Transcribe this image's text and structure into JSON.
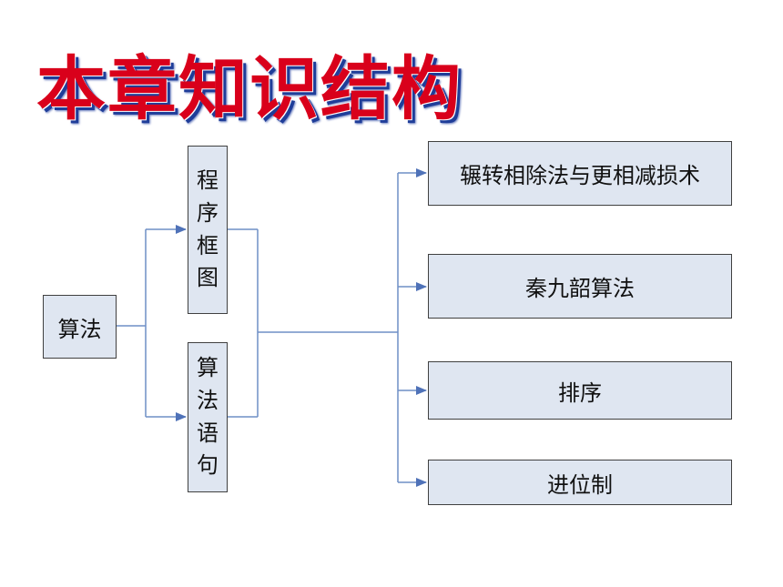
{
  "title": "本章知识结构",
  "nodes": {
    "root": "算法",
    "flowchart": [
      "程",
      "序",
      "框",
      "图"
    ],
    "statements": [
      "算",
      "法",
      "语",
      "句"
    ],
    "topics": [
      "辗转相除法与更相减损术",
      "秦九韶算法",
      "排序",
      "进位制"
    ]
  },
  "colors": {
    "title": "#d9001b",
    "title_shadow": "#1f3d99",
    "box_fill": "#dfe6f1",
    "arrow": "#4f72b8",
    "line": "#6f8fc6"
  }
}
